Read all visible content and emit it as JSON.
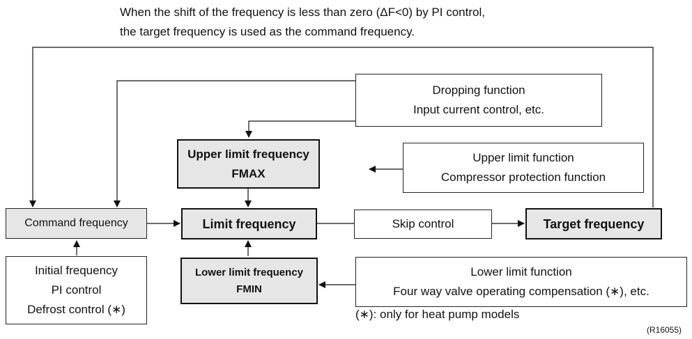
{
  "note": {
    "line1": "When the shift of the frequency is less than zero (ΔF<0) by PI control,",
    "line2": "the target frequency is used as the command frequency."
  },
  "boxes": {
    "dropping": {
      "line1": "Dropping function",
      "line2": "Input current control, etc."
    },
    "upper_limit_frequency": {
      "line1": "Upper limit frequency",
      "line2": "FMAX"
    },
    "upper_limit_function": {
      "line1": "Upper limit function",
      "line2": "Compressor protection function"
    },
    "command_frequency": {
      "label": "Command frequency"
    },
    "limit_frequency": {
      "label": "Limit frequency"
    },
    "skip_control": {
      "label": "Skip control"
    },
    "target_frequency": {
      "label": "Target frequency"
    },
    "initial": {
      "line1": "Initial frequency",
      "line2": "PI control",
      "line3": "Defrost control (∗)"
    },
    "lower_limit_frequency": {
      "line1": "Lower limit frequency",
      "line2": "FMIN"
    },
    "lower_limit_function": {
      "line1": "Lower limit function",
      "line2": "Four way valve operating compensation (∗), etc."
    }
  },
  "footnote": "(∗): only for heat pump models",
  "figure_id": "(R16055)"
}
